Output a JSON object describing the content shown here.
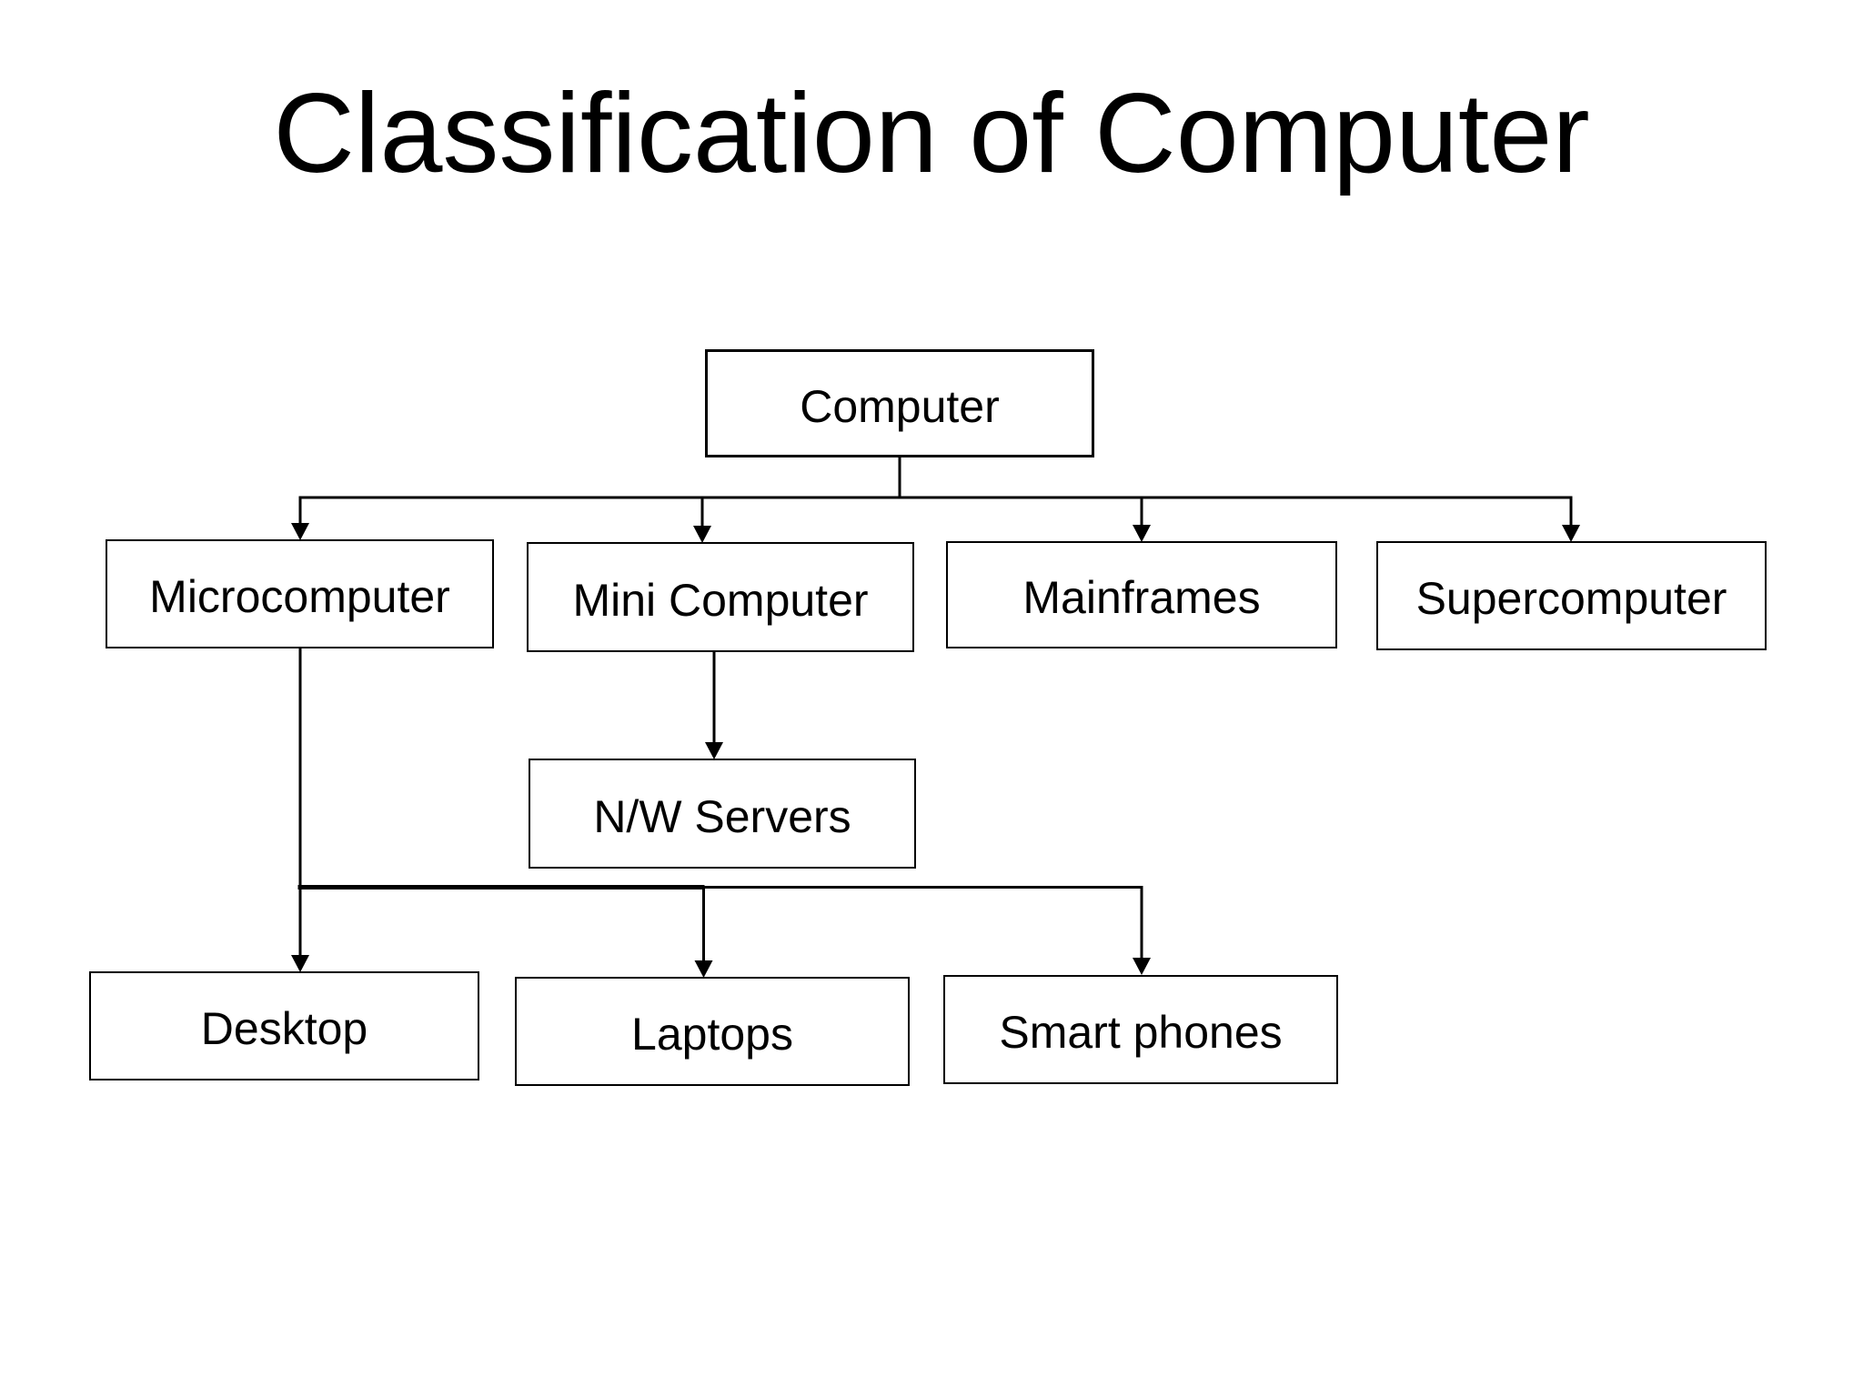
{
  "title": "Classification of Computer",
  "colors": {
    "background": "#ffffff",
    "line": "#000000",
    "text": "#000000",
    "box_fill": "#ffffff"
  },
  "nodes": {
    "computer": {
      "label": "Computer"
    },
    "microcomputer": {
      "label": "Microcomputer"
    },
    "mini_computer": {
      "label": "Mini Computer"
    },
    "mainframes": {
      "label": "Mainframes"
    },
    "supercomputer": {
      "label": "Supercomputer"
    },
    "nw_servers": {
      "label": "N/W Servers"
    },
    "desktop": {
      "label": "Desktop"
    },
    "laptops": {
      "label": "Laptops"
    },
    "smart_phones": {
      "label": "Smart phones"
    }
  },
  "hierarchy": {
    "root": "Computer",
    "children_of_computer": [
      "Microcomputer",
      "Mini Computer",
      "Mainframes",
      "Supercomputer"
    ],
    "children_of_mini_computer": [
      "N/W Servers"
    ],
    "children_of_microcomputer": [
      "Desktop",
      "Laptops",
      "Smart phones"
    ]
  }
}
